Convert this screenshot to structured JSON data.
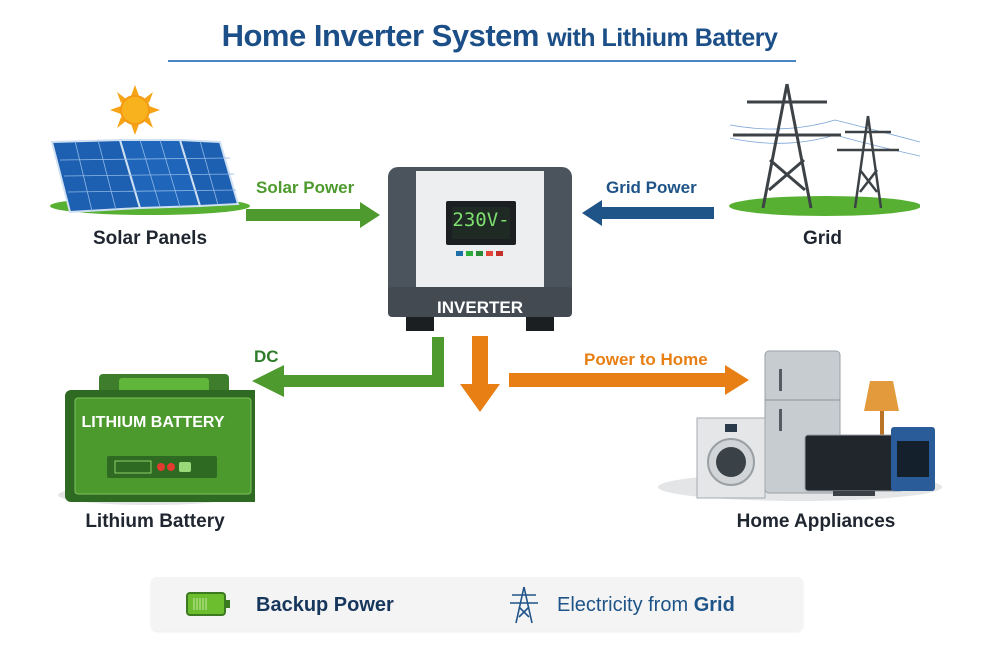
{
  "title": {
    "main": "Home Inverter System",
    "suffix": "with Lithium Battery"
  },
  "nodes": {
    "solar": {
      "label": "Solar Panels"
    },
    "grid": {
      "label": "Grid"
    },
    "inverter": {
      "display": "230V-",
      "label": "INVERTER"
    },
    "battery": {
      "label": "Lithium Battery",
      "casing_text": "LITHIUM BATTERY"
    },
    "appliances": {
      "label": "Home Appliances"
    }
  },
  "flows": {
    "solar_power": {
      "label": "Solar Power",
      "color": "#4e9a2e"
    },
    "grid_power": {
      "label": "Grid Power",
      "color": "#1f5488"
    },
    "dc": {
      "label": "DC",
      "color": "#4e9a2e"
    },
    "power_to_home": {
      "label": "Power to Home",
      "color": "#e87f14"
    }
  },
  "legend": {
    "backup": {
      "label": "Backup Power"
    },
    "grid": {
      "prefix": "Electricity from ",
      "bold": "Grid"
    }
  },
  "colors": {
    "title": "#1c4f87",
    "green": "#4e9a2e",
    "blue": "#1f5488",
    "orange": "#e87f14"
  }
}
